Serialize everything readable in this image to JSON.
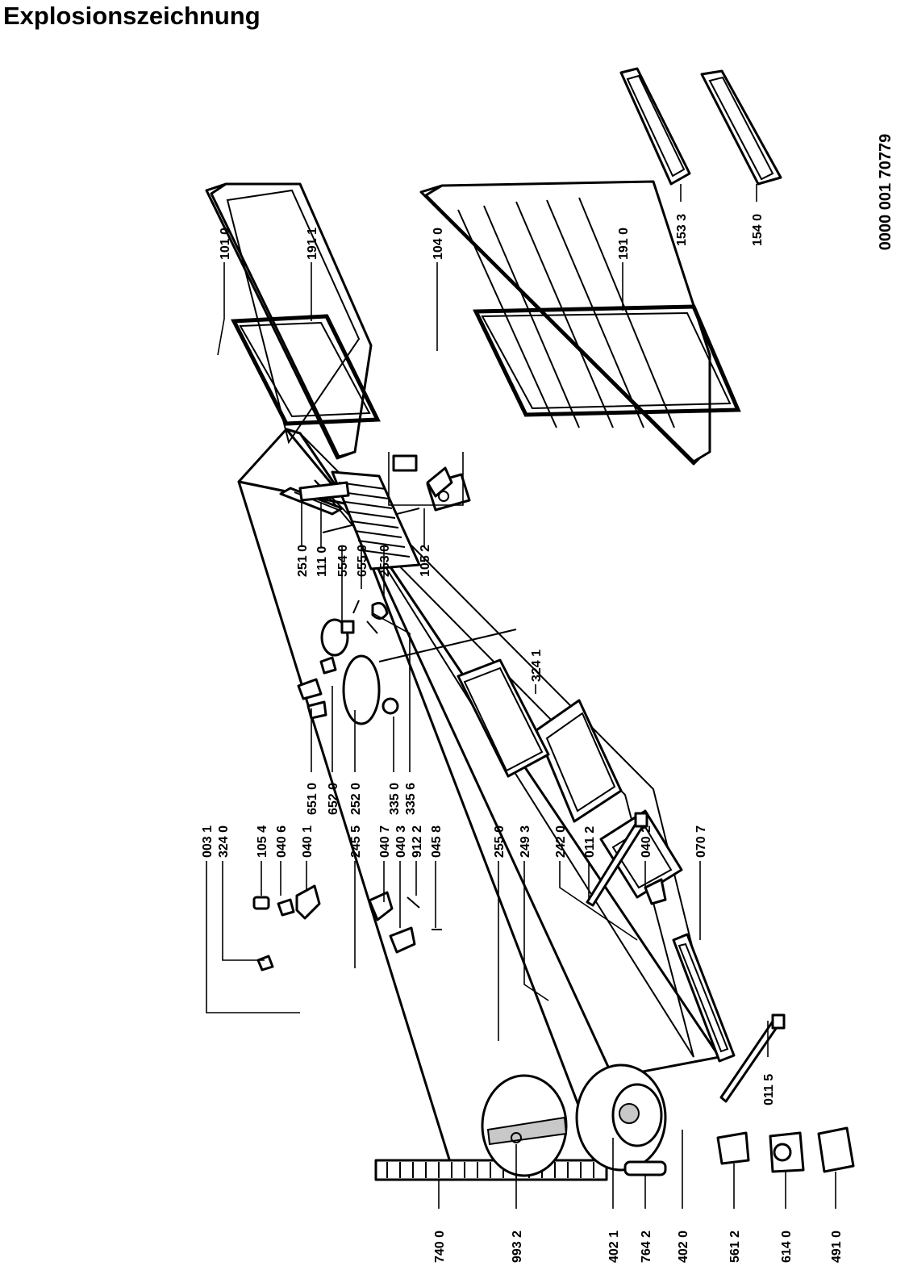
{
  "title": "Explosionszeichnung",
  "document_number": "0000 001 70779",
  "parts": {
    "p0031": "003 1",
    "p3240": "324 0",
    "p1054": "105 4",
    "p0406": "040 6",
    "p0401": "040 1",
    "p2455": "245 5",
    "p0407": "040 7",
    "p0403": "040 3",
    "p9122": "912 2",
    "p0458": "045 8",
    "p2550": "255 0",
    "p2493": "249 3",
    "p2420": "242 0",
    "p0112": "011 2",
    "p0402": "040 2",
    "p0707": "070 7",
    "p6510": "651 0",
    "p6520": "652 0",
    "p2520": "252 0",
    "p3350": "335 0",
    "p3356": "335 6",
    "p3241": "324 1",
    "p2510": "251 0",
    "p1110": "111 0",
    "p5540": "554 0",
    "p6550": "655 0",
    "p2530": "253 0",
    "p1052": "105 2",
    "p1010": "101 0",
    "p1911": "191 1",
    "p1040": "104 0",
    "p1910": "191 0",
    "p1533": "153 3",
    "p1540": "154 0",
    "p7400": "740 0",
    "p9932": "993 2",
    "p4021": "402 1",
    "p7642": "764 2",
    "p4020": "402 0",
    "p5612": "561 2",
    "p6140": "614 0",
    "p4910": "491 0",
    "p0115": "011 5"
  }
}
